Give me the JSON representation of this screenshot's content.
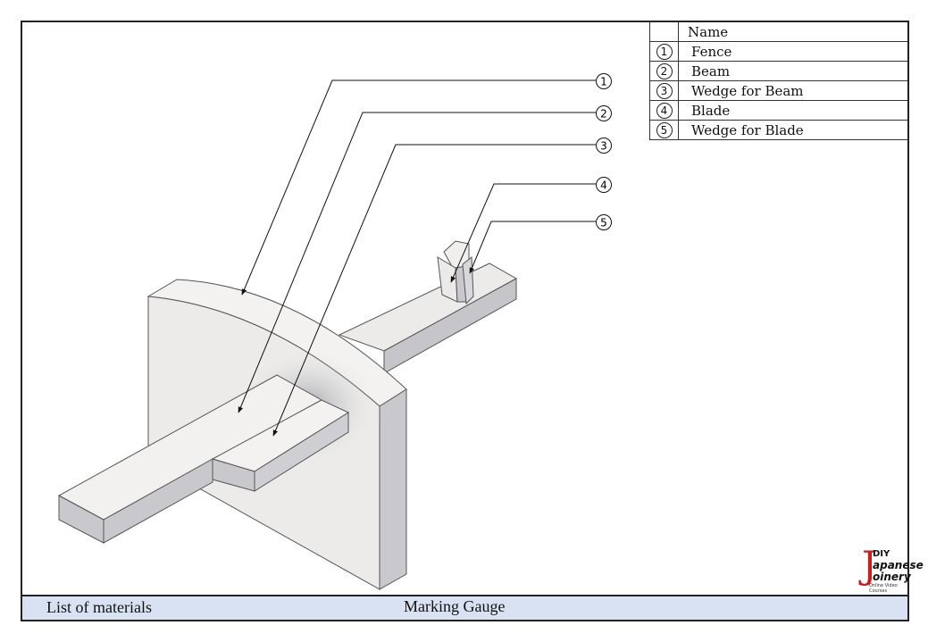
{
  "title": "Marking Gauge",
  "footer": {
    "left_label": "List of materials",
    "center_label": "Marking Gauge"
  },
  "table": {
    "header": {
      "num": "",
      "name": "Name"
    },
    "rows": [
      {
        "num": "1",
        "name": "Fence"
      },
      {
        "num": "2",
        "name": "Beam"
      },
      {
        "num": "3",
        "name": "Wedge for Beam"
      },
      {
        "num": "4",
        "name": "Blade"
      },
      {
        "num": "5",
        "name": "Wedge for Blade"
      }
    ]
  },
  "callouts": [
    {
      "num": "1",
      "part": "Fence"
    },
    {
      "num": "2",
      "part": "Beam"
    },
    {
      "num": "3",
      "part": "Wedge for Beam"
    },
    {
      "num": "4",
      "part": "Blade"
    },
    {
      "num": "5",
      "part": "Wedge for Blade"
    }
  ],
  "logo": {
    "line1": "DIY",
    "line2": "apanese",
    "line3": "oinery",
    "line4": "Online Video Courses",
    "initial": "J",
    "color": "#c81e1e"
  },
  "colors": {
    "footer_bg": "#d9e2f3",
    "frame": "#222222",
    "part_face": "#f1f0ee",
    "part_side": "#c9c8cc"
  }
}
